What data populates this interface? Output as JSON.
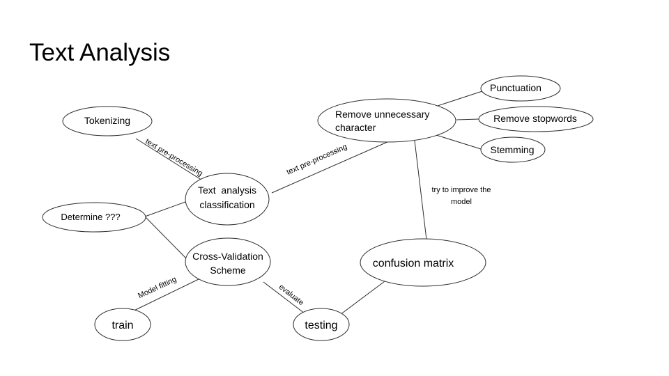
{
  "title": "Text Analysis",
  "nodes": {
    "tokenizing": "Tokenizing",
    "text_analysis": [
      "Text  analysis",
      "classification"
    ],
    "determine": "Determine ???",
    "cross_validation": [
      "Cross-Validation",
      "Scheme"
    ],
    "train": "train",
    "testing": "testing",
    "confusion_matrix": "confusion matrix",
    "remove_unnecessary": [
      "Remove unnecessary",
      "character"
    ],
    "punctuation": "Punctuation",
    "remove_stopwords": "Remove stopwords",
    "stemming": "Stemming"
  },
  "edge_labels": {
    "tokenizing_text": "text pre-processing",
    "text_remove": "text pre-processing",
    "remove_confusion": [
      "try to improve  the",
      "model"
    ],
    "model_fitting": "Model fitting",
    "evaluate": "evaluate"
  },
  "colors": {
    "stroke": "#2b2b2b",
    "text": "#000000",
    "background": "#ffffff"
  }
}
